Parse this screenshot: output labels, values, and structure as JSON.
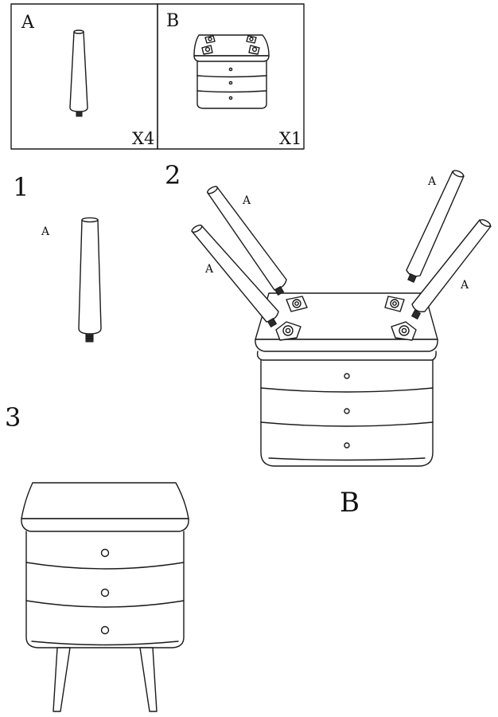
{
  "parts": {
    "part_a": {
      "letter": "A",
      "quantity": "X4"
    },
    "part_b": {
      "letter": "B",
      "quantity": "X1"
    }
  },
  "steps": [
    {
      "number": "1",
      "callouts": [
        "A"
      ]
    },
    {
      "number": "2",
      "callouts": [
        "A",
        "A",
        "A",
        "A"
      ],
      "body_label": "B"
    },
    {
      "number": "3"
    }
  ],
  "colors": {
    "line": "#1a1a1a",
    "background": "#ffffff"
  }
}
